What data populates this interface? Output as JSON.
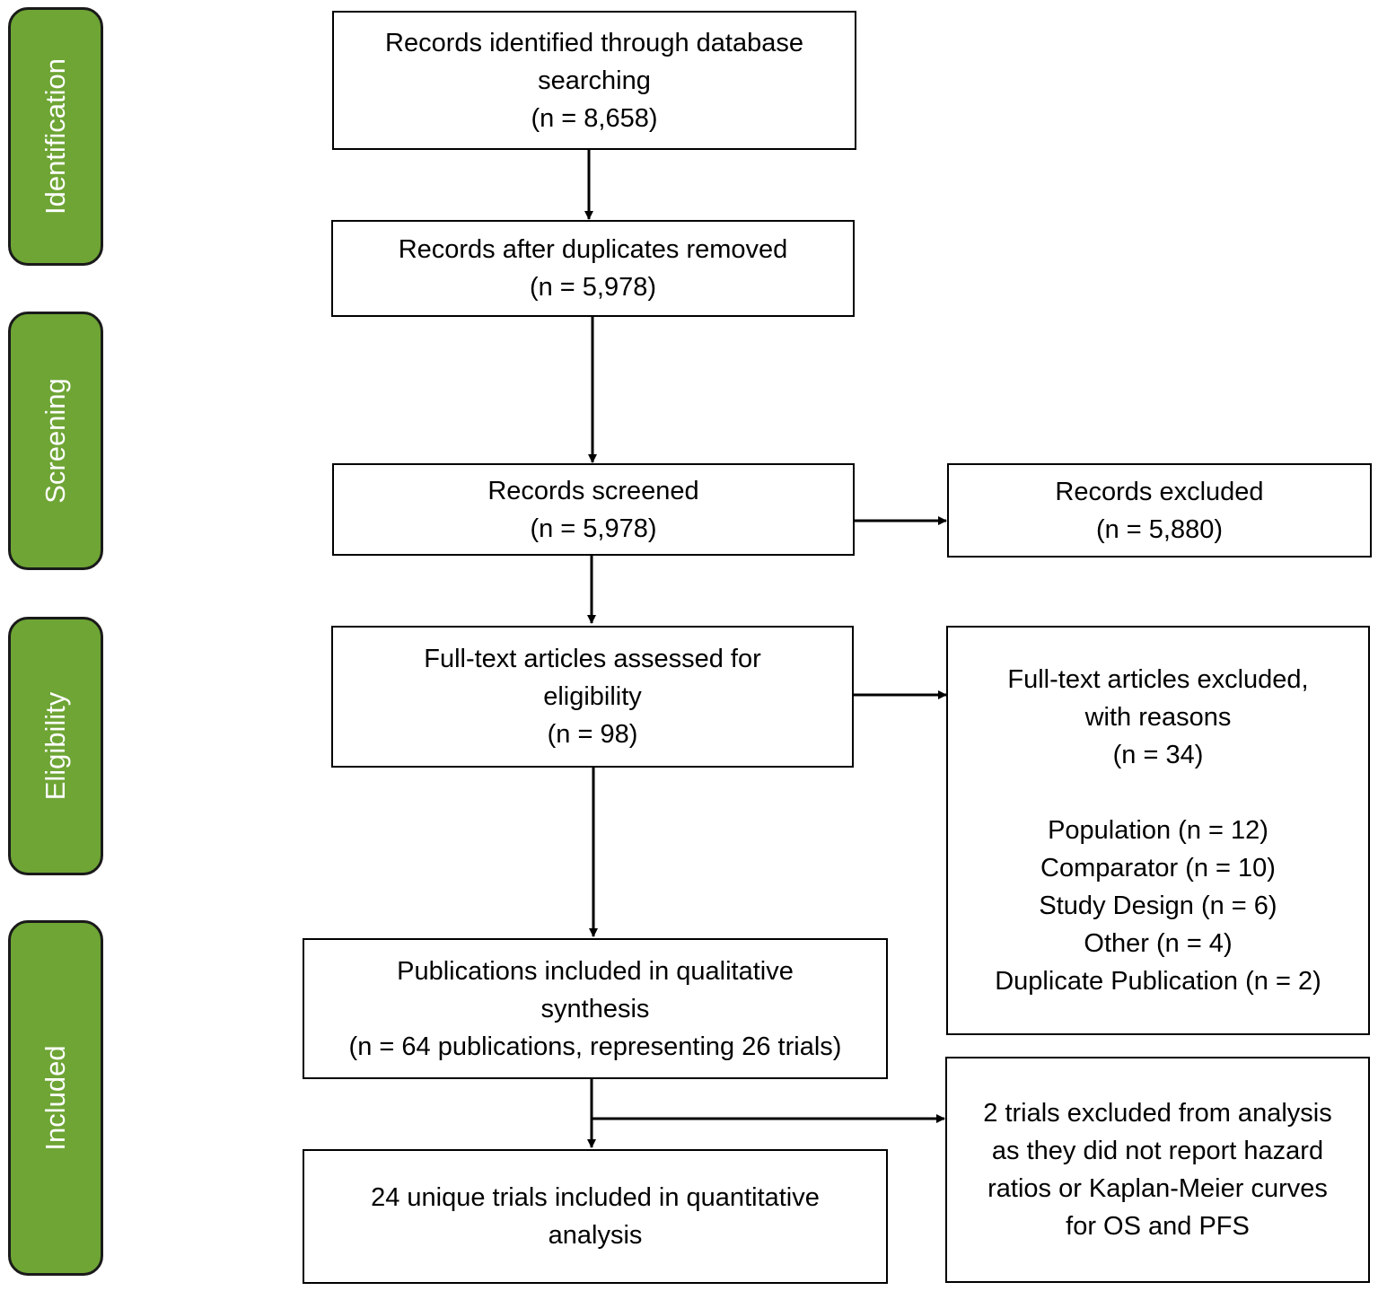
{
  "phases": {
    "identification": "Identification",
    "screening": "Screening",
    "eligibility": "Eligibility",
    "included": "Included"
  },
  "boxes": {
    "identified": {
      "line1": "Records identified through database",
      "line2": "searching",
      "line3": "(n = 8,658)"
    },
    "deduplicated": {
      "line1": "Records after duplicates removed",
      "line2": "(n = 5,978)"
    },
    "screened": {
      "line1": "Records screened",
      "line2": "(n = 5,978)"
    },
    "records_excluded": {
      "line1": "Records excluded",
      "line2": "(n = 5,880)"
    },
    "fulltext_assessed": {
      "line1": "Full-text articles assessed for",
      "line2": "eligibility",
      "line3": "(n = 98)"
    },
    "fulltext_excluded": {
      "line1": "Full-text articles excluded,",
      "line2": "with reasons",
      "line3": "(n = 34)",
      "reasons": [
        "Population (n = 12)",
        "Comparator (n = 10)",
        "Study Design (n = 6)",
        "Other (n = 4)",
        "Duplicate Publication (n = 2)"
      ]
    },
    "qualitative": {
      "line1": "Publications included in qualitative",
      "line2": "synthesis",
      "line3": "(n = 64 publications, representing 26 trials)"
    },
    "quantitative": {
      "line1": "24 unique trials included in quantitative",
      "line2": "analysis"
    },
    "trials_excluded": {
      "line1": "2 trials excluded from analysis",
      "line2": "as they did not report hazard",
      "line3": "ratios or Kaplan-Meier curves",
      "line4": "for OS and PFS"
    }
  }
}
